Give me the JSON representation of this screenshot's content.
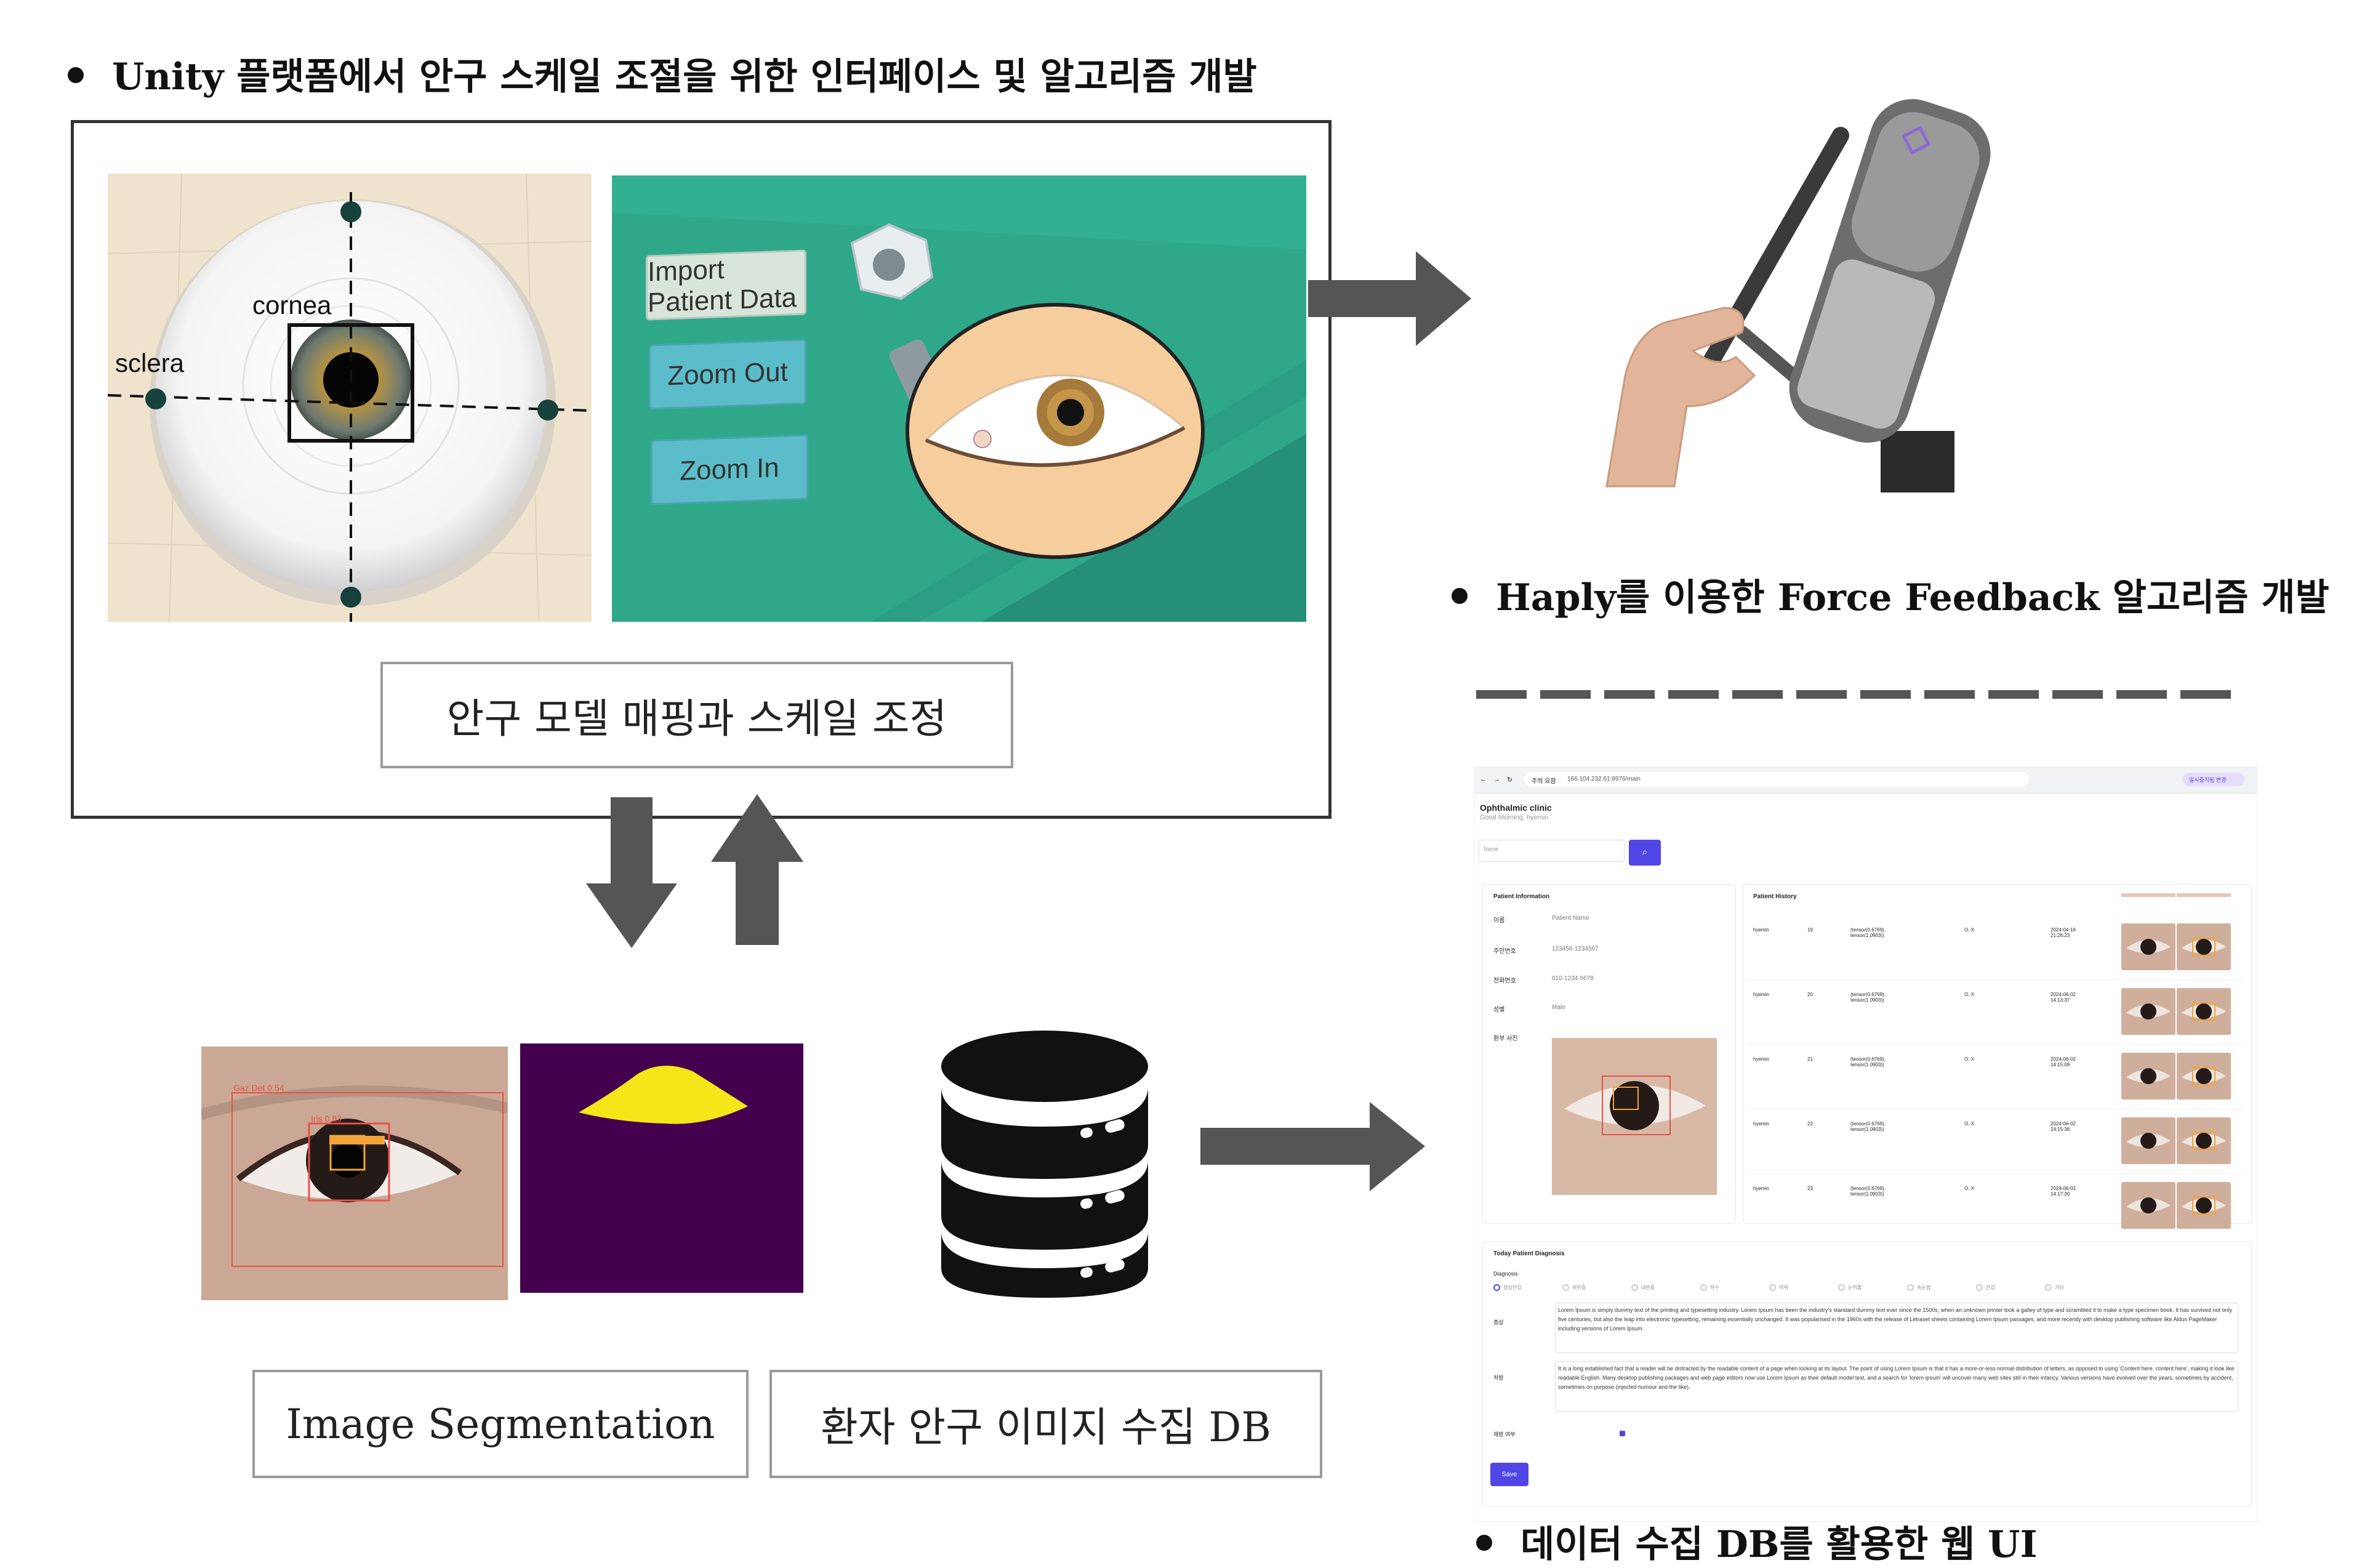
{
  "headings": {
    "unity": "Unity 플랫폼에서 안구 스케일 조절을 위한 인터페이스 및 알고리즘 개발",
    "haply": "Haply를 이용한 Force Feedback 알고리즘 개발",
    "webui": "데이터 수집 DB를 활용한 웹 UI"
  },
  "eye_model": {
    "cornea_label": "cornea",
    "sclera_label": "sclera"
  },
  "unity_scene": {
    "buttons": [
      "Import Patient Data",
      "Zoom Out",
      "Zoom In"
    ]
  },
  "captions": {
    "mapping": "안구 모델 매핑과 스케일 조정",
    "segmentation": "Image Segmentation",
    "db": "환자 안구 이미지 수집 DB"
  },
  "segmentation": {
    "detections": [
      "Gaz Det 0.54",
      "Iris 0.83"
    ]
  },
  "colors": {
    "arrow": "#555555",
    "mask_bg": "#44004f",
    "mask_fg": "#f5e619",
    "scene_bg": "#2fa88a",
    "web_accent": "#4f46e5"
  },
  "web_ui": {
    "url": "166.104.232.61:8976/main",
    "secure_label": "주의 요함",
    "profile_label": "일시중지됨 변경",
    "clinic_title": "Ophthalmic clinic",
    "greeting": "Good Morning, hyemin",
    "search_placeholder": "Name",
    "patient_info": {
      "title": "Patient Information",
      "fields": [
        {
          "label": "이름",
          "value": "Patient Name"
        },
        {
          "label": "주민번호",
          "value": "123456-1234567"
        },
        {
          "label": "전화번호",
          "value": "010-1234-5678"
        },
        {
          "label": "성별",
          "value": "Male"
        },
        {
          "label": "환부 사진",
          "value": ""
        }
      ]
    },
    "history": {
      "title": "Patient History",
      "rows": [
        {
          "name": "hyemin",
          "age": "19",
          "tensor": "(tensor(0.6769), tensor(1.0903))",
          "eye": "O, X",
          "date": "2024-04-16 21:26:23"
        },
        {
          "name": "hyemin",
          "age": "20",
          "tensor": "(tensor(0.6769), tensor(1.0903))",
          "eye": "O, X",
          "date": "2024-06-02 14:13:37"
        },
        {
          "name": "hyemin",
          "age": "21",
          "tensor": "(tensor(0.6769), tensor(1.0903))",
          "eye": "O, X",
          "date": "2024-06-02 14:15:08"
        },
        {
          "name": "hyemin",
          "age": "22",
          "tensor": "(tensor(0.6769), tensor(1.0903))",
          "eye": "O, X",
          "date": "2024-06-02 14:15:38"
        },
        {
          "name": "hyemin",
          "age": "23",
          "tensor": "(tensor(0.6769), tensor(1.0903))",
          "eye": "O, X",
          "date": "2024-06-02 14:17:30"
        }
      ]
    },
    "diagnosis": {
      "title": "Today Patient Diagnosis",
      "sub": "Diagnosis",
      "options": [
        "정상안검",
        "외반증",
        "내반증",
        "하수",
        "역위",
        "눈꺼풀",
        "속눈썹",
        "안검",
        "기타"
      ],
      "fields": [
        {
          "label": "증상",
          "text": "Lorem Ipsum is simply dummy text of the printing and typesetting industry. Lorem Ipsum has been the industry's standard dummy text ever since the 1500s, when an unknown printer took a galley of type and scrambled it to make a type specimen book. It has survived not only five centuries, but also the leap into electronic typesetting, remaining essentially unchanged. It was popularised in the 1960s with the release of Letraset sheets containing Lorem Ipsum passages, and more recently with desktop publishing software like Aldus PageMaker including versions of Lorem Ipsum."
        },
        {
          "label": "처방",
          "text": "It is a long established fact that a reader will be distracted by the readable content of a page when looking at its layout. The point of using Lorem Ipsum is that it has a more-or-less normal distribution of letters, as opposed to using 'Content here, content here', making it look like readable English. Many desktop publishing packages and web page editors now use Lorem Ipsum as their default model text, and a search for 'lorem ipsum' will uncover many web sites still in their infancy. Various versions have evolved over the years, sometimes by accident, sometimes on purpose (injected humour and the like)."
        },
        {
          "label": "재방 여부",
          "text": ""
        }
      ],
      "save_label": "Save"
    }
  }
}
